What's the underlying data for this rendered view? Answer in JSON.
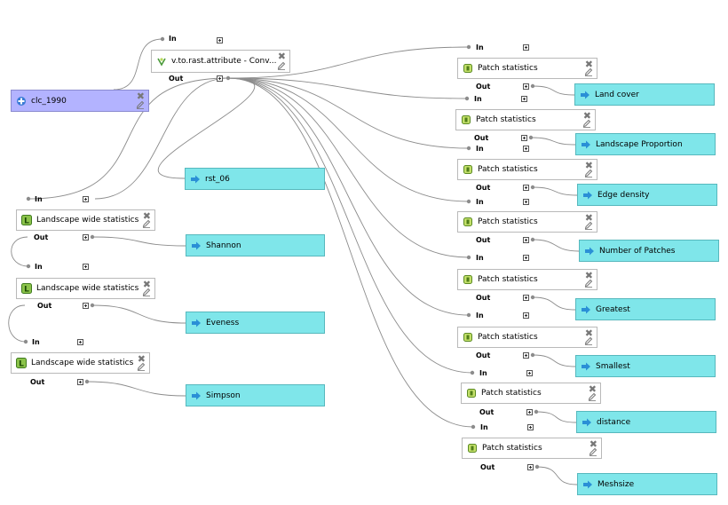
{
  "colors": {
    "input_node": "#b3b3ff",
    "output_node": "#7fe6ea",
    "algorithm_node": "#ffffff",
    "wire": "#8c8c8c"
  },
  "labels": {
    "in": "In",
    "out": "Out"
  },
  "nodes": {
    "input_clc": "clc_1990",
    "vto": "v.to.rast.attribute - Conv...",
    "rst06": "rst_06",
    "lw1": "Landscape wide statistics",
    "lw2": "Landscape wide statistics",
    "lw3": "Landscape wide statistics",
    "shannon": "Shannon",
    "eveness": "Eveness",
    "simpson": "Simpson",
    "ps1": "Patch statistics",
    "ps2": "Patch statistics",
    "ps3": "Patch statistics",
    "ps4": "Patch statistics",
    "ps5": "Patch statistics",
    "ps6": "Patch statistics",
    "ps7": "Patch statistics",
    "ps8": "Patch statistics",
    "land_cover": "Land cover",
    "landscape_proportion": "Landscape Proportion",
    "edge_density": "Edge density",
    "number_of_patches": "Number of Patches",
    "greatest": "Greatest",
    "smallest": "Smallest",
    "distance": "distance",
    "meshsize": "Meshsize"
  },
  "icons": {
    "input": "input-plus-icon",
    "output": "output-arrow-icon",
    "vto": "grass-algorithm-icon",
    "landscape": "landscape-algorithm-icon",
    "patch": "patch-algorithm-icon",
    "delete": "delete-x-icon",
    "edit": "edit-pencil-icon"
  }
}
